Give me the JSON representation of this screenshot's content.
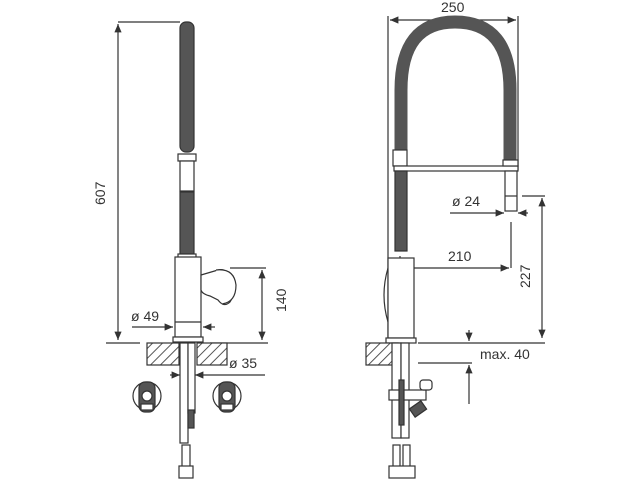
{
  "drawing": {
    "subject": "pull-out spray kitchen faucet technical drawing",
    "colors": {
      "line": "#333333",
      "hose": "#555555",
      "hatch": "#555555",
      "background": "#ffffff"
    },
    "side_view": {
      "dimensions": {
        "total_height": "607",
        "body_height": "140",
        "body_diameter": "ø 49",
        "shank_diameter": "ø 35"
      }
    },
    "front_view": {
      "dimensions": {
        "width": "250",
        "spout_diameter": "ø 24",
        "reach": "210",
        "spout_height": "227",
        "max_counter_thickness": "max. 40"
      }
    }
  }
}
